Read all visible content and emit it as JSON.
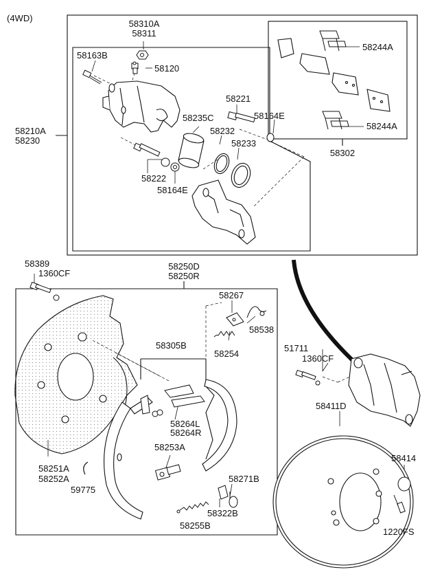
{
  "variant": "(4WD)",
  "labels": {
    "l58310A": "58310A",
    "l58311": "58311",
    "l58163B": "58163B",
    "l58120": "58120",
    "l58210A": "58210A",
    "l58230": "58230",
    "l58221": "58221",
    "l58164E_a": "58164E",
    "l58235C": "58235C",
    "l58232": "58232",
    "l58233": "58233",
    "l58222": "58222",
    "l58164E_b": "58164E",
    "l58244A_a": "58244A",
    "l58244A_b": "58244A",
    "l58302": "58302",
    "l58389": "58389",
    "l1360CF_a": "1360CF",
    "l58250D": "58250D",
    "l58250R": "58250R",
    "l58267": "58267",
    "l58538": "58538",
    "l58254": "58254",
    "l58305B": "58305B",
    "l51711": "51711",
    "l1360CF_b": "1360CF",
    "l58264L": "58264L",
    "l58264R": "58264R",
    "l58411D": "58411D",
    "l58253A": "58253A",
    "l58251A": "58251A",
    "l58252A": "58252A",
    "l58414": "58414",
    "l59775": "59775",
    "l58271B": "58271B",
    "l58322B": "58322B",
    "l58255B": "58255B",
    "l1220FS": "1220FS"
  }
}
